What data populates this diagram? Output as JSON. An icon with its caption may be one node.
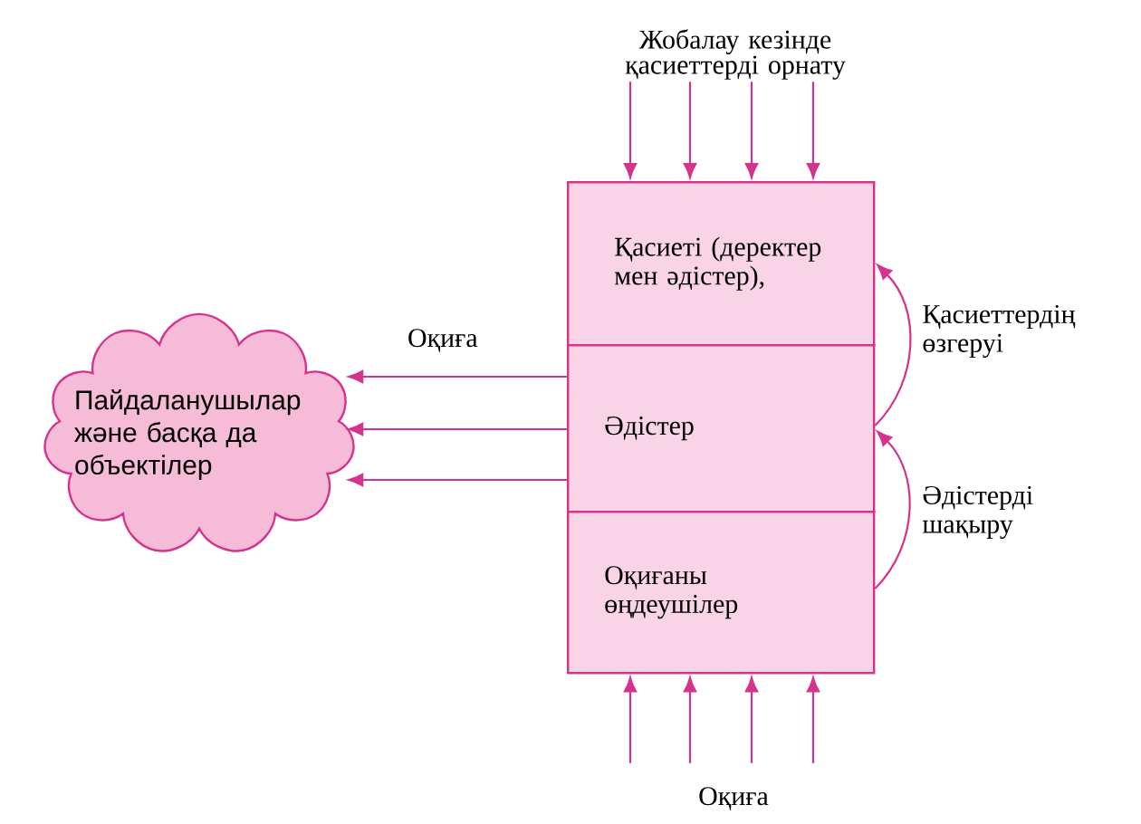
{
  "diagram": {
    "nodes": [
      {
        "text": [
          "Қасиеті (деректер мен әдістер),"
        ]
      },
      {
        "text": [
          "Әдістер"
        ]
      },
      {
        "text": [
          "Оқиғаны өңдеушілер"
        ]
      },
      {
        "text": [
          "Пайдаланушылар және басқа да объектілер"
        ]
      },
      {
        "text": [
          "Жобалау кезінде қасиеттерді орнату"
        ]
      },
      {
        "text": [
          "Оқиға"
        ]
      }
    ],
    "edges": [
      {
        "from": 4,
        "to": 0,
        "arrow": "to"
      },
      {
        "from": 4,
        "to": 0,
        "arrow": "to"
      },
      {
        "from": 4,
        "to": 0,
        "arrow": "to"
      },
      {
        "from": 4,
        "to": 0,
        "arrow": "to"
      },
      {
        "from": 1,
        "to": 3,
        "arrow": "to",
        "label": "Оқиға"
      },
      {
        "from": 1,
        "to": 3,
        "arrow": "to"
      },
      {
        "from": 1,
        "to": 3,
        "arrow": "to"
      },
      {
        "from": 1,
        "to": 0,
        "arrow": "to",
        "label": "Қасиеттердің өзгеруі"
      },
      {
        "from": 2,
        "to": 1,
        "arrow": "to",
        "label": "Әдістерді шақыру"
      },
      {
        "from": 5,
        "to": 2,
        "arrow": "to"
      },
      {
        "from": 5,
        "to": 2,
        "arrow": "to"
      },
      {
        "from": 5,
        "to": 2,
        "arrow": "to"
      },
      {
        "from": 5,
        "to": 2,
        "arrow": "to"
      }
    ]
  }
}
